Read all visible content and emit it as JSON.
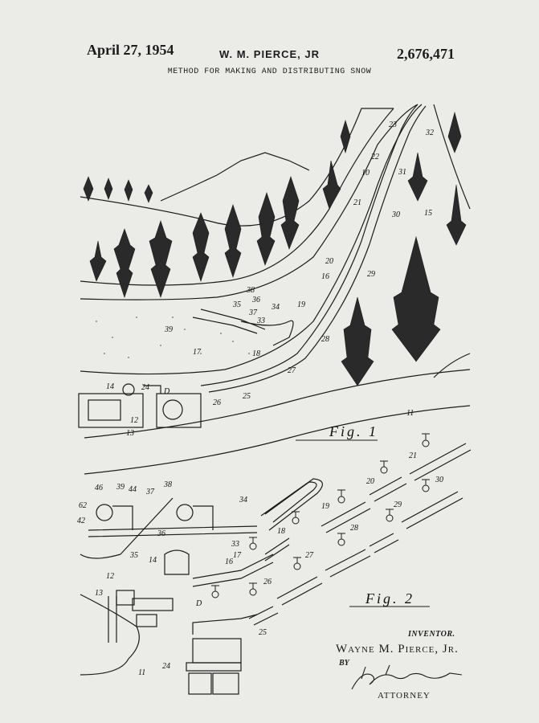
{
  "header": {
    "date": "April 27, 1954",
    "inventor": "W. M. PIERCE, JR",
    "patent_number": "2,676,471",
    "title": "METHOD FOR MAKING AND DISTRIBUTING SNOW"
  },
  "figure1": {
    "caption": "Fig. 1",
    "labels": [
      "10",
      "11",
      "12",
      "13",
      "14",
      "15",
      "16",
      "17",
      "18",
      "19",
      "20",
      "21",
      "22",
      "23",
      "24",
      "25",
      "26",
      "27",
      "28",
      "29",
      "30",
      "31",
      "32",
      "33",
      "34",
      "35",
      "36",
      "37",
      "38",
      "39",
      "D"
    ]
  },
  "figure2": {
    "caption": "Fig. 2",
    "labels": [
      "11",
      "12",
      "13",
      "14",
      "16",
      "17",
      "18",
      "19",
      "20",
      "21",
      "24",
      "25",
      "26",
      "27",
      "28",
      "29",
      "30",
      "33",
      "34",
      "35",
      "36",
      "37",
      "38",
      "39",
      "42",
      "44",
      "46",
      "62",
      "D"
    ]
  },
  "signature": {
    "inventor_label": "INVENTOR.",
    "inventor_name": "Wayne M. Pierce, Jr.",
    "by": "BY",
    "attorney_signature": "John F. Hanrahan",
    "attorney_label": "ATTORNEY"
  },
  "colors": {
    "paper": "#ebebe7",
    "ink": "#1c1c1c"
  }
}
